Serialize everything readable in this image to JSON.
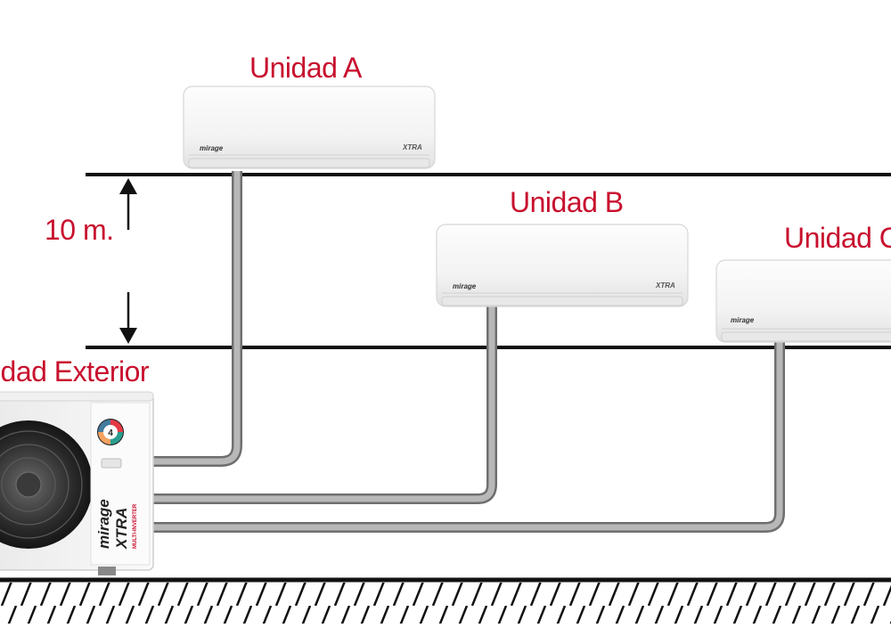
{
  "labels": {
    "unit_a": "Unidad A",
    "unit_b": "Unidad B",
    "unit_c": "Unidad C",
    "exterior": "Unidad Exterior",
    "height": "10 m."
  },
  "brand": {
    "indoor_logo": "mirage",
    "indoor_series": "XTRA",
    "outdoor_logo": "mirage",
    "outdoor_series": "XTRA",
    "outdoor_subtitle": "MULTI-INVERTER",
    "badge_icon": "four-color-badge-icon"
  },
  "colors": {
    "label_red": "#c8102e",
    "line_black": "#111111",
    "pipe_gray": "#9a9a9a",
    "unit_white": "#f5f5f5"
  }
}
